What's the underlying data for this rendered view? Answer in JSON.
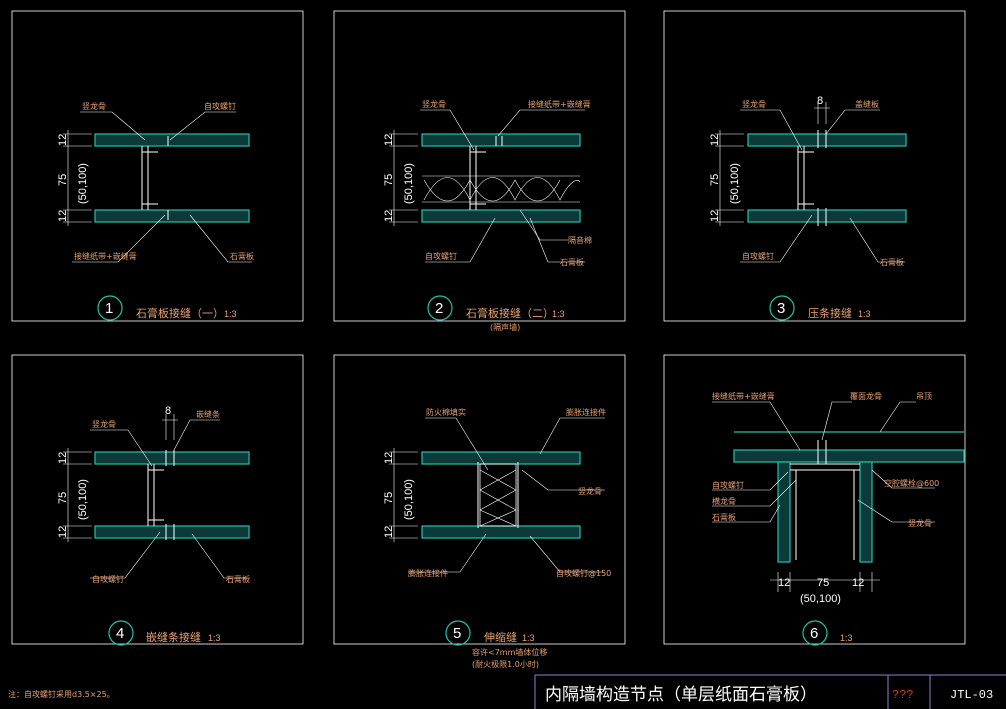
{
  "details": [
    {
      "id": "d1",
      "number": "1",
      "title": "石膏板接缝（一）",
      "scale": "1:3",
      "subtitle": "",
      "dims": {
        "top": "12",
        "mid": "75",
        "mid2": "(50,100)",
        "bot": "12"
      },
      "labels": {
        "a": "竖龙骨",
        "b": "自攻螺钉",
        "c": "接缝纸带+嵌缝膏",
        "d": "石膏板"
      }
    },
    {
      "id": "d2",
      "number": "2",
      "title": "石膏板接缝（二）",
      "scale": "1:3",
      "subtitle": "(隔声墙)",
      "dims": {
        "top": "12",
        "mid": "75",
        "mid2": "(50,100)",
        "bot": "12"
      },
      "labels": {
        "a": "竖龙骨",
        "b": "接缝纸带+嵌缝膏",
        "c": "隔音棉",
        "d": "自攻螺钉",
        "e": "石膏板"
      }
    },
    {
      "id": "d3",
      "number": "3",
      "title": "压条接缝",
      "scale": "1:3",
      "subtitle": "",
      "dims": {
        "top": "12",
        "mid": "75",
        "mid2": "(50,100)",
        "bot": "12",
        "gap": "8"
      },
      "labels": {
        "a": "竖龙骨",
        "b": "盖缝板",
        "c": "自攻螺钉",
        "d": "石膏板"
      }
    },
    {
      "id": "d4",
      "number": "4",
      "title": "嵌缝条接缝",
      "scale": "1:3",
      "subtitle": "",
      "dims": {
        "top": "12",
        "mid": "75",
        "mid2": "(50,100)",
        "bot": "12",
        "gap": "8"
      },
      "labels": {
        "a": "竖龙骨",
        "b": "嵌缝条",
        "c": "自攻螺钉",
        "d": "石膏板"
      }
    },
    {
      "id": "d5",
      "number": "5",
      "title": "伸缩缝",
      "scale": "1:3",
      "subtitle": "容许<7mm墙体位移",
      "subtitle2": "(耐火极限1.0小时)",
      "dims": {
        "top": "12",
        "mid": "75",
        "mid2": "(50,100)",
        "bot": "12"
      },
      "labels": {
        "a": "防火棉填实",
        "b": "膨胀连接件",
        "c": "竖龙骨",
        "d": "膨胀连接件",
        "e": "自攻螺钉@150"
      }
    },
    {
      "id": "d6",
      "number": "6",
      "title": "",
      "scale": "1:3",
      "subtitle": "",
      "dims": {
        "left": "12",
        "mid": "75",
        "mid2": "(50,100)",
        "right": "12"
      },
      "labels": {
        "a": "接缝纸带+嵌缝膏",
        "b": "覆面龙骨",
        "c": "吊顶",
        "d": "自攻螺钉",
        "e": "横龙骨",
        "f": "石膏板",
        "g": "空腔螺栓@600",
        "h": "竖龙骨"
      }
    }
  ],
  "note": "注：自攻螺钉采用d3.5×25。",
  "title_block": {
    "title": "内隔墙构造节点（单层纸面石膏板）",
    "code": "???",
    "sheet": "JTL-03"
  },
  "colors": {
    "background": "#000000",
    "wall": "#20c0b0",
    "text": "#e8a070",
    "line": "#ffffff",
    "code": "#e03030"
  }
}
